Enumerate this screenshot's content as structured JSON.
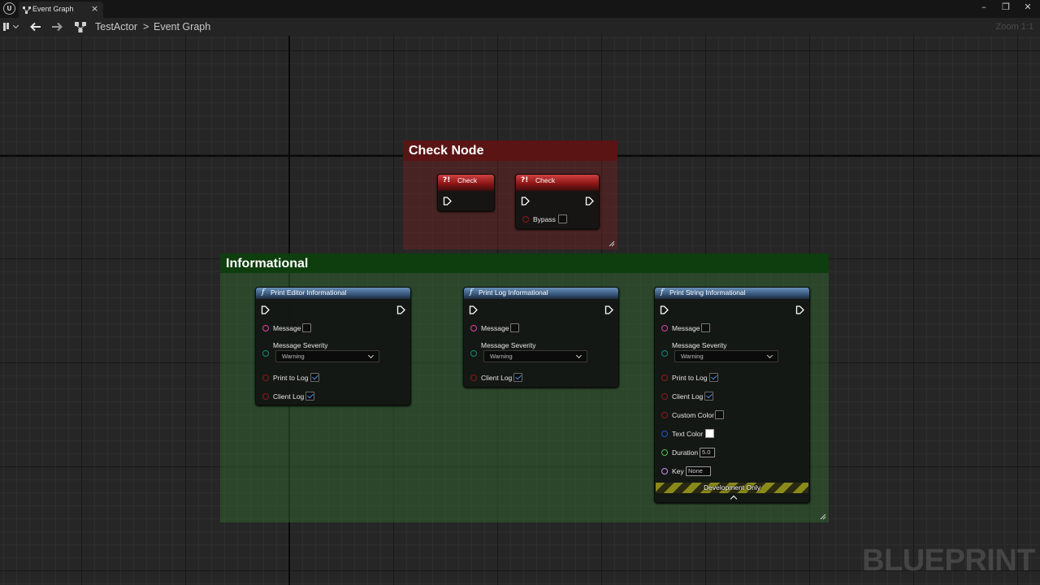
{
  "window": {
    "tab_label": "Event Graph",
    "tab_close": "×",
    "minimize": "–",
    "restore": "❐",
    "close": "✕"
  },
  "toolbar": {
    "breadcrumb_root": "TestActor",
    "breadcrumb_sep": ">",
    "breadcrumb_current": "Event Graph",
    "zoom": "Zoom 1:1"
  },
  "groups": {
    "check_node": {
      "title": "Check Node",
      "color": "#5a1414"
    },
    "informational": {
      "title": "Informational",
      "color": "#1a4a1a"
    }
  },
  "check_nodes": [
    {
      "title": "Check",
      "glyph": "?!"
    },
    {
      "title": "Check",
      "glyph": "?!",
      "bypass_label": "Bypass",
      "bypass_checked": false
    }
  ],
  "print_editor": {
    "title": "Print Editor Informational",
    "message_label": "Message",
    "severity_label": "Message Severity",
    "severity_value": "Warning",
    "print_to_log_label": "Print to Log",
    "print_to_log_checked": true,
    "client_log_label": "Client Log",
    "client_log_checked": true
  },
  "print_log": {
    "title": "Print Log Informational",
    "message_label": "Message",
    "severity_label": "Message Severity",
    "severity_value": "Warning",
    "client_log_label": "Client Log",
    "client_log_checked": true
  },
  "print_string": {
    "title": "Print String Informational",
    "message_label": "Message",
    "severity_label": "Message Severity",
    "severity_value": "Warning",
    "print_to_log_label": "Print to Log",
    "client_log_label": "Client Log",
    "custom_color_label": "Custom Color",
    "text_color_label": "Text Color",
    "duration_label": "Duration",
    "duration_value": "5.0",
    "key_label": "Key",
    "key_value": "None",
    "dev_only_label": "Development Only"
  },
  "pin_colors": {
    "string": "#e03ea8",
    "enum": "#0f8a78",
    "bool": "#8c1a1a",
    "struct": "#1e5cc8",
    "float": "#4ec54e",
    "name": "#c88cf0"
  },
  "watermark": "BLUEPRINT"
}
